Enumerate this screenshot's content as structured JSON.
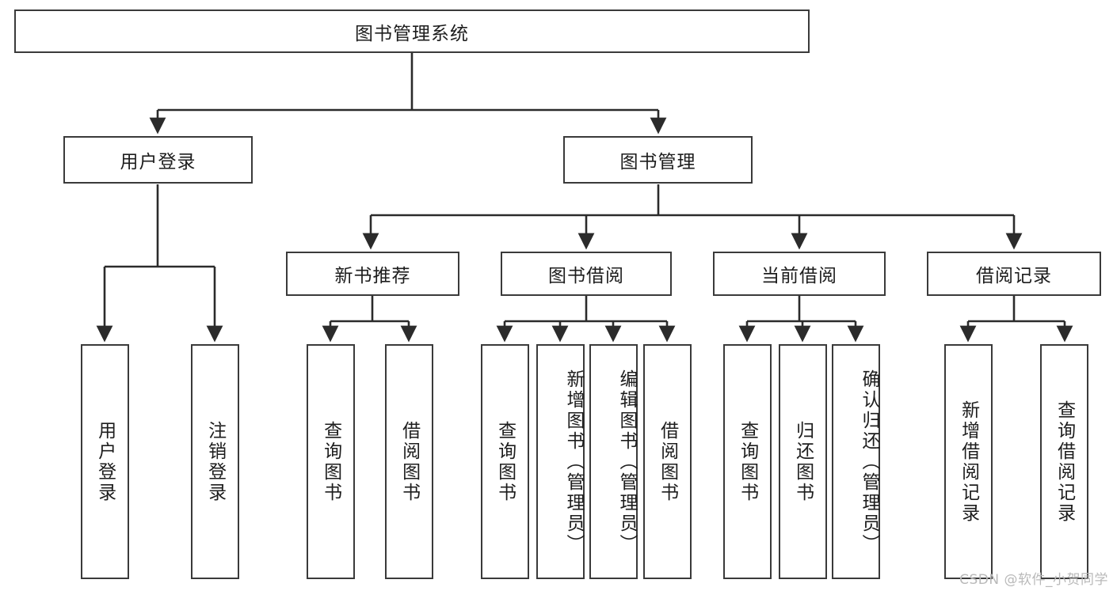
{
  "diagram": {
    "title": "图书管理系统",
    "type": "tree",
    "watermark": "CSDN @软件_小贺同学",
    "colors": {
      "box_border": "#3a3a3a",
      "box_fill": "#ffffff",
      "connector": "#2b2b2b",
      "text": "#1d1d1d",
      "watermark": "#b9b9b9"
    },
    "levels": {
      "root": {
        "label": "图书管理系统"
      },
      "level2": [
        {
          "label": "用户登录"
        },
        {
          "label": "图书管理"
        }
      ],
      "level3": [
        {
          "label": "新书推荐"
        },
        {
          "label": "图书借阅"
        },
        {
          "label": "当前借阅"
        },
        {
          "label": "借阅记录"
        }
      ],
      "leaves": {
        "user_login": [
          {
            "label": "用户登录"
          },
          {
            "label": "注销登录"
          }
        ],
        "new_book_recommend": [
          {
            "label": "查询图书"
          },
          {
            "label": "借阅图书"
          }
        ],
        "book_borrow": [
          {
            "label": "查询图书"
          },
          {
            "label": "新增图书（管理员）"
          },
          {
            "label": "编辑图书（管理员）"
          },
          {
            "label": "借阅图书"
          }
        ],
        "current_borrow": [
          {
            "label": "查询图书"
          },
          {
            "label": "归还图书"
          },
          {
            "label": "确认归还（管理员）"
          }
        ],
        "borrow_record": [
          {
            "label": "新增借阅记录"
          },
          {
            "label": "查询借阅记录"
          }
        ]
      }
    }
  }
}
